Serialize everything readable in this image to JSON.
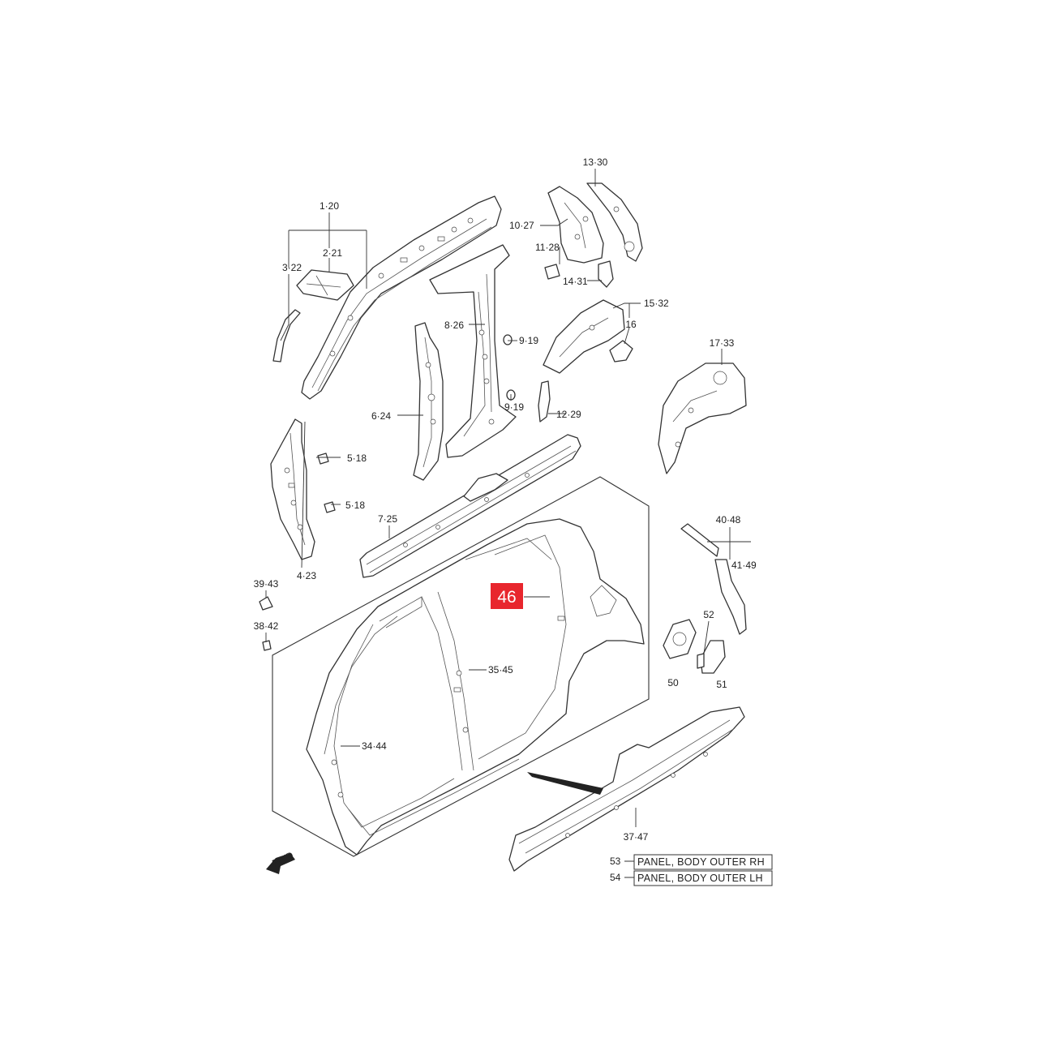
{
  "callouts": {
    "c1": "1·20",
    "c2": "2·21",
    "c3": "3·22",
    "c4": "4·23",
    "c5a": "5·18",
    "c5b": "5·18",
    "c6": "6·24",
    "c7": "7·25",
    "c8": "8·26",
    "c9a": "9·19",
    "c9b": "9·19",
    "c10": "10·27",
    "c11": "11·28",
    "c12": "12·29",
    "c13": "13·30",
    "c14": "14·31",
    "c15": "15·32",
    "c16": "16",
    "c17": "17·33",
    "c34": "34·44",
    "c35": "35·45",
    "c37": "37·47",
    "c38": "38·42",
    "c39": "39·43",
    "c40": "40·48",
    "c41": "41·49",
    "c46": "46",
    "c50": "50",
    "c51": "51",
    "c52": "52"
  },
  "legend": [
    {
      "number": "53",
      "label": "PANEL, BODY OUTER RH"
    },
    {
      "number": "54",
      "label": "PANEL, BODY OUTER LH"
    }
  ],
  "front_arrow": "FWD",
  "colors": {
    "highlight": "#e8262d",
    "line": "#333333",
    "background": "#ffffff"
  }
}
